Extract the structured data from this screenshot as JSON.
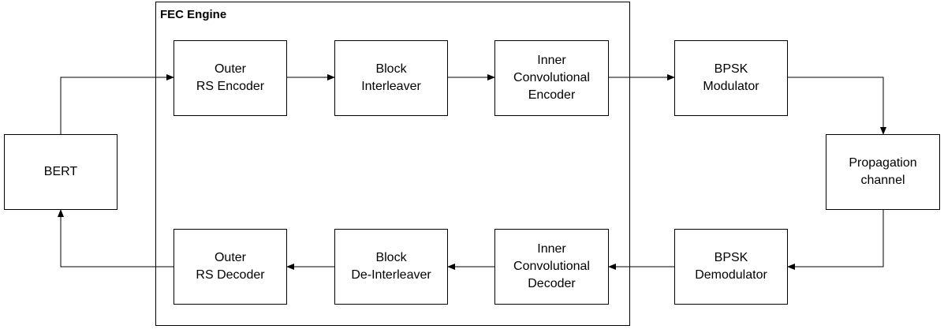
{
  "fec_engine": {
    "title": "FEC Engine"
  },
  "blocks": {
    "bert": "BERT",
    "outer_rs_encoder": "Outer\nRS Encoder",
    "block_interleaver": "Block\nInterleaver",
    "inner_conv_encoder": "Inner\nConvolutional\nEncoder",
    "bpsk_modulator": "BPSK\nModulator",
    "propagation_channel": "Propagation\nchannel",
    "bpsk_demodulator": "BPSK\nDemodulator",
    "inner_conv_decoder": "Inner\nConvolutional\nDecoder",
    "block_deinterleaver": "Block\nDe-Interleaver",
    "outer_rs_decoder": "Outer\nRS Decoder"
  }
}
